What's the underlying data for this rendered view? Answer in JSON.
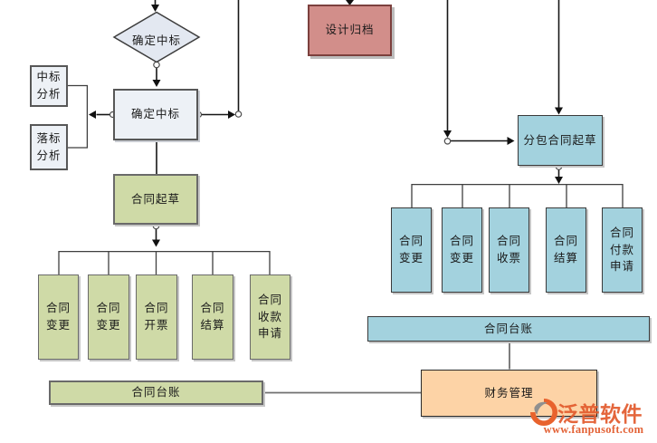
{
  "diagram": {
    "nodes": {
      "decision_confirm_bid": "确定中标",
      "win_bid_analysis": "中标\n分析",
      "lose_bid_analysis": "落标\n分析",
      "confirm_bid": "确定中标",
      "design_archive": "设计归档",
      "contract_draft": "合同起草",
      "subcontract_draft": "分包合同起草",
      "left_children": [
        "合同\n变更",
        "合同\n变更",
        "合同\n开票",
        "合同\n结算",
        "合同\n收款\n申请"
      ],
      "right_children": [
        "合同\n变更",
        "合同\n变更",
        "合同\n收票",
        "合同\n结算",
        "合同\n付款\n申请"
      ],
      "left_ledger": "合同台账",
      "right_ledger": "合同台账",
      "finance": "财务管理"
    },
    "colors": {
      "light_node": "#edf1f6",
      "green_node": "#cfdaa7",
      "blue_node": "#a3d2de",
      "red_node": "#d28e8a",
      "orange_node": "#fdd3a6",
      "line": "#161616"
    }
  },
  "watermark": {
    "brand": "泛普软件",
    "url": "www.fanpusoft.com"
  }
}
